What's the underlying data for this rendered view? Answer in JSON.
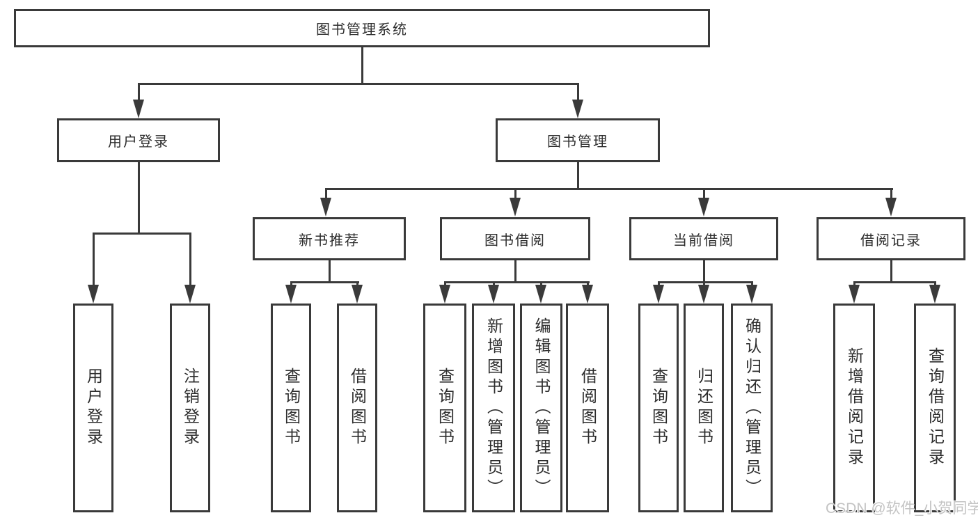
{
  "tree": {
    "label": "图书管理系统",
    "children": [
      {
        "label": "用户登录",
        "children": [
          {
            "label": "用户登录"
          },
          {
            "label": "注销登录"
          }
        ]
      },
      {
        "label": "图书管理",
        "children": [
          {
            "label": "新书推荐",
            "children": [
              {
                "label": "查询图书"
              },
              {
                "label": "借阅图书"
              }
            ]
          },
          {
            "label": "图书借阅",
            "children": [
              {
                "label": "查询图书"
              },
              {
                "label": "新增图书（管理员）"
              },
              {
                "label": "编辑图书（管理员）"
              },
              {
                "label": "借阅图书"
              }
            ]
          },
          {
            "label": "当前借阅",
            "children": [
              {
                "label": "查询图书"
              },
              {
                "label": "归还图书"
              },
              {
                "label": "确认归还（管理员）"
              }
            ]
          },
          {
            "label": "借阅记录",
            "children": [
              {
                "label": "新增借阅记录"
              },
              {
                "label": "查询借阅记录"
              }
            ]
          }
        ]
      }
    ]
  },
  "watermark": {
    "text": "CSDN @软件_小贺同学"
  },
  "colors": {
    "line": "#3a3a3a",
    "text": "#2d2d2d",
    "background": "#ffffff",
    "watermark": "#c3c3c3"
  }
}
